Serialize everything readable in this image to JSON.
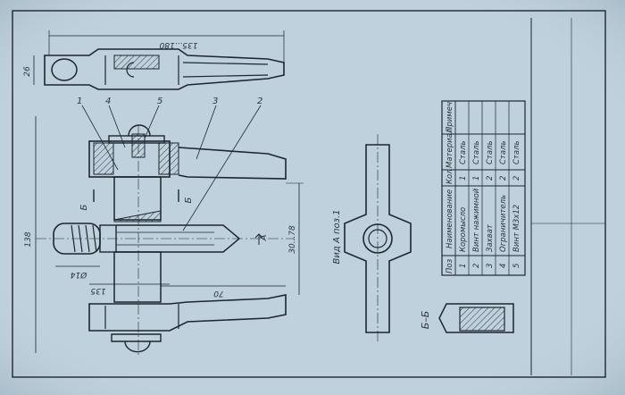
{
  "dimensions": {
    "overall_length": "135...180",
    "jaw_height": "26",
    "total_height": "138",
    "hole_diameter": "Ø14",
    "length_135": "135",
    "length_70": "70",
    "range": "30...78"
  },
  "part_callouts": [
    "1",
    "4",
    "5",
    "3",
    "2"
  ],
  "section_mark": "Б",
  "section_label": "Б–Б",
  "view_marker": "А",
  "view_label": "Вид А поз.1",
  "table": {
    "headers": [
      "Поз",
      "Наименование",
      "Кол",
      "Материал",
      "Примеч."
    ],
    "rows": [
      {
        "pos": "1",
        "name": "Коромысло",
        "qty": "1",
        "material": "Сталь"
      },
      {
        "pos": "2",
        "name": "Винт нажимной",
        "qty": "1",
        "material": "Сталь"
      },
      {
        "pos": "3",
        "name": "Захват",
        "qty": "2",
        "material": "Сталь"
      },
      {
        "pos": "4",
        "name": "Ограничитель",
        "qty": "2",
        "material": "Сталь"
      },
      {
        "pos": "5",
        "name": "Винт М3х12",
        "qty": "2",
        "material": "Сталь"
      }
    ]
  },
  "colors": {
    "paper": "#bfd1dc",
    "ink": "#1e2630"
  }
}
